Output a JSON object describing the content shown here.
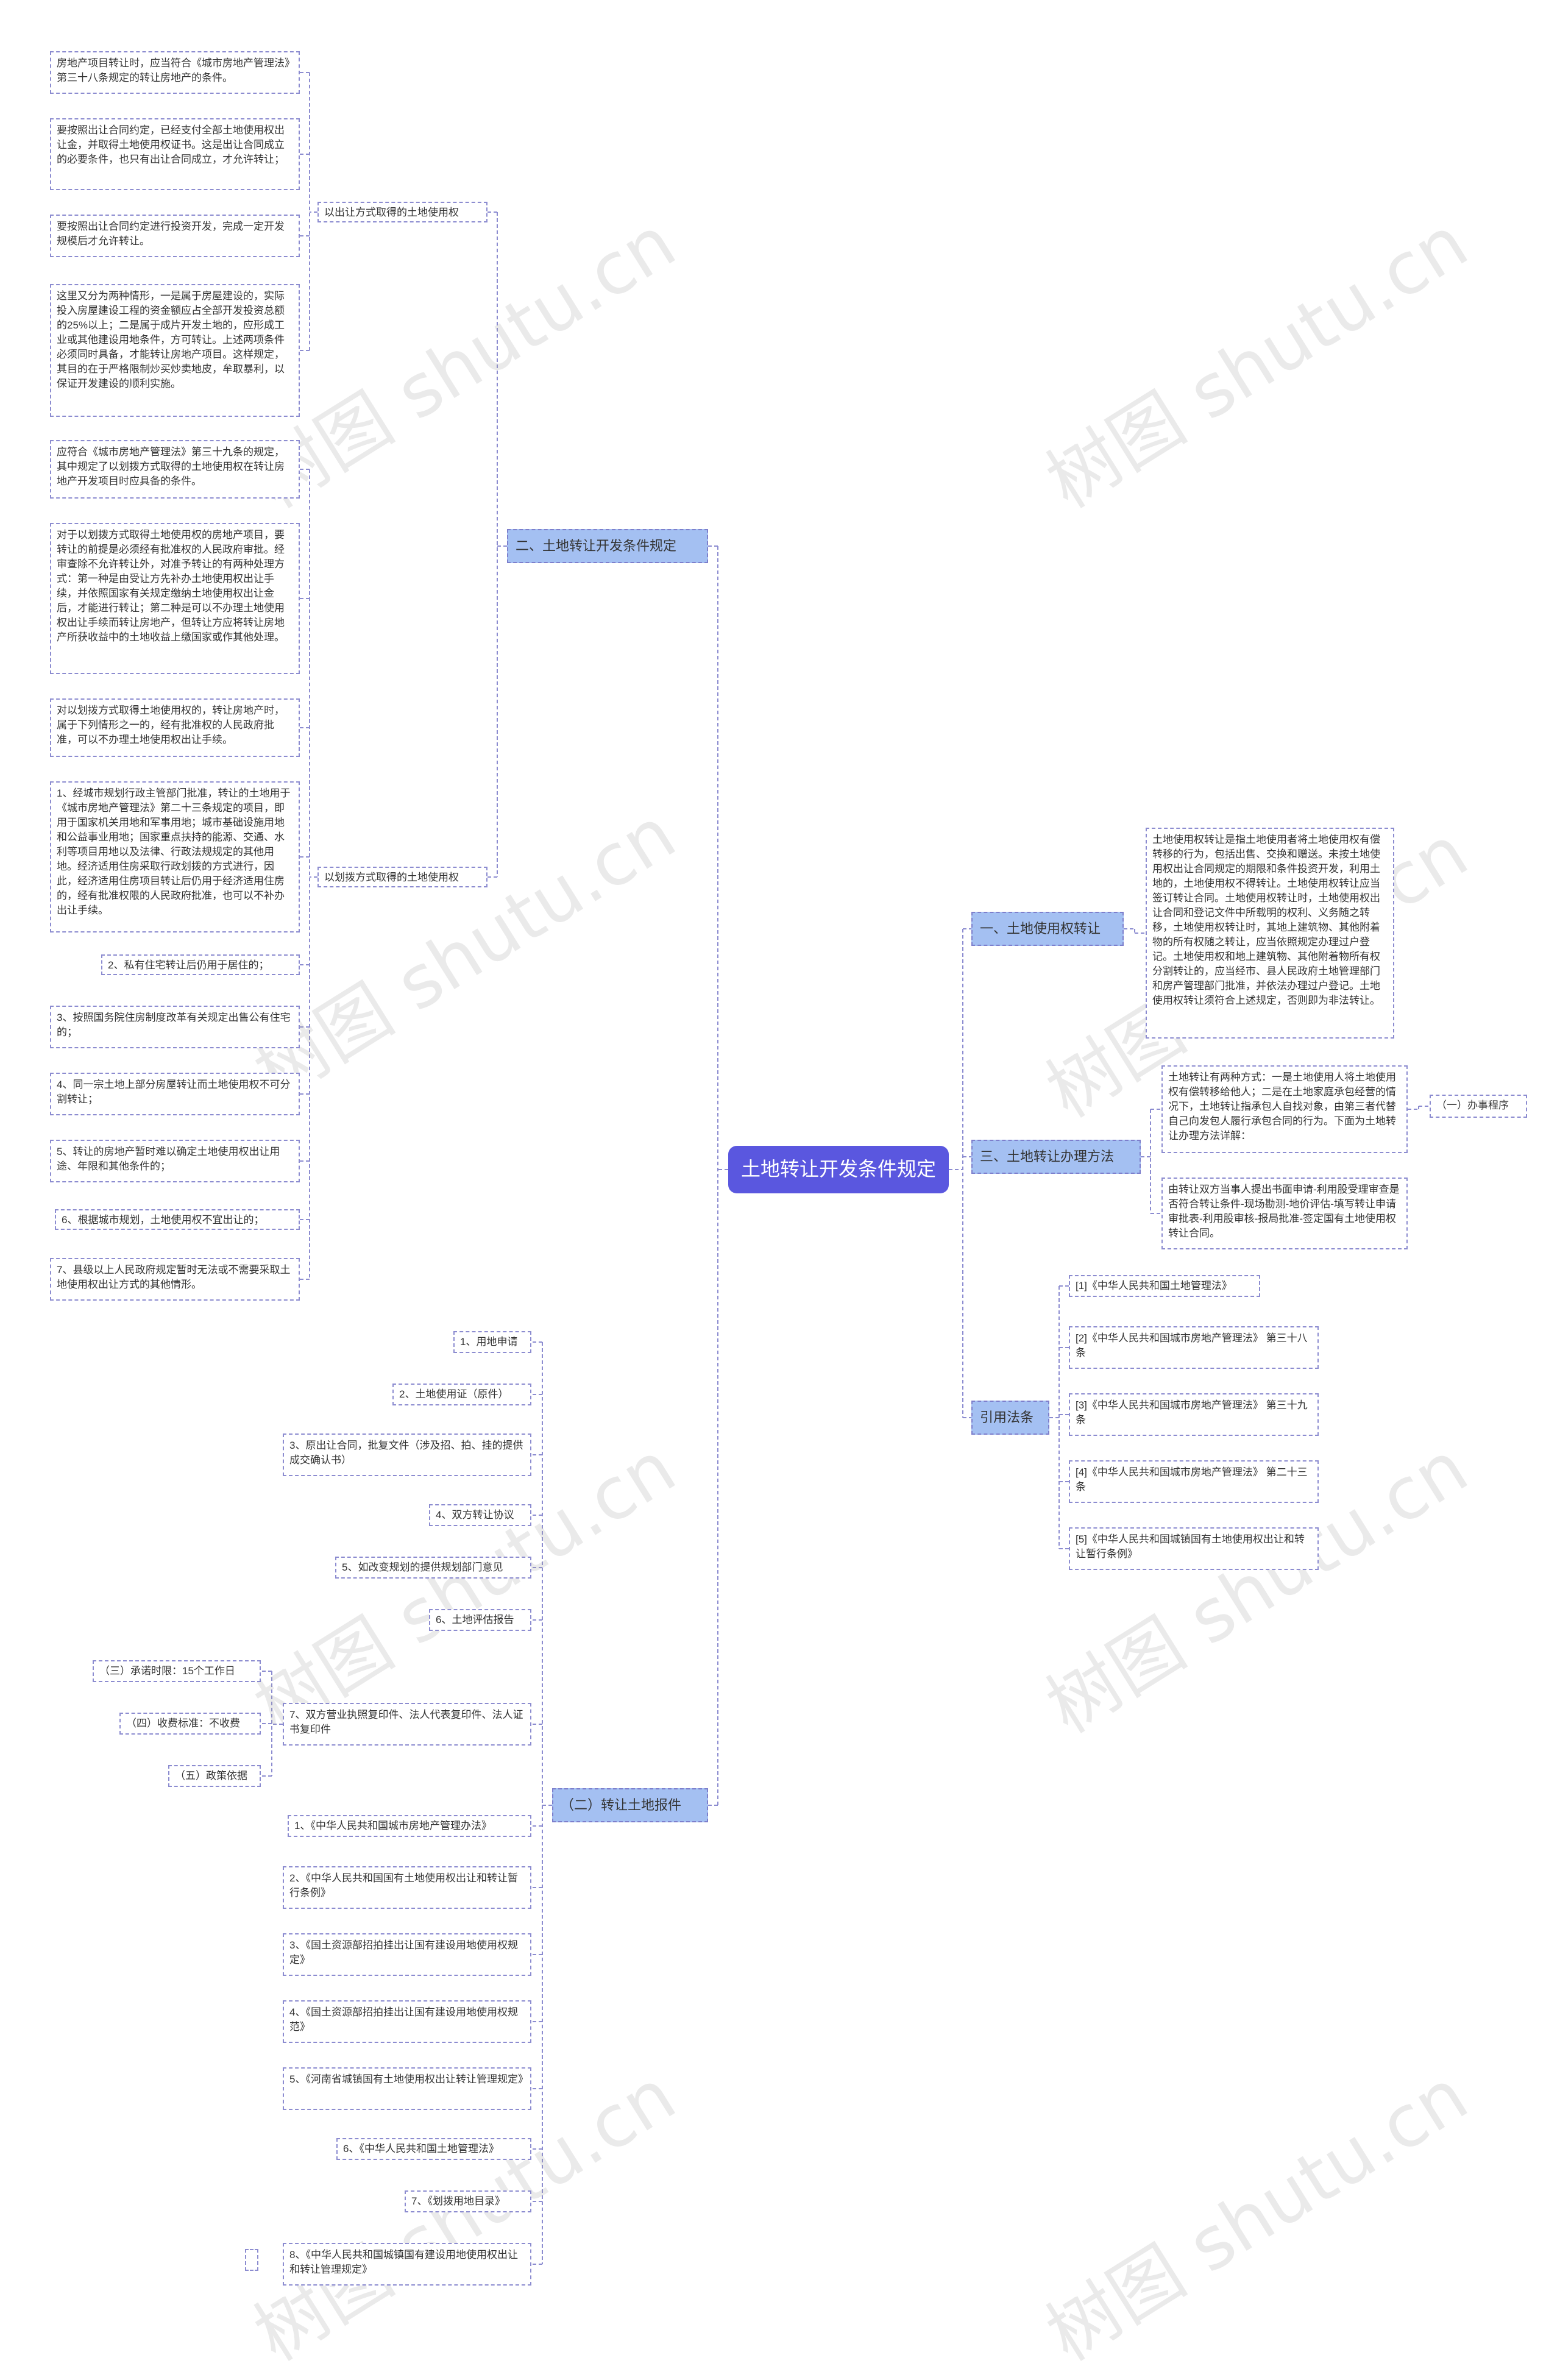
{
  "watermarks": [
    "树图 shutu.cn",
    "树图 shutu.cn",
    "树图 shutu.cn",
    "树图 shutu.cn",
    "树图 shutu.cn",
    "树图 shutu.cn",
    "树图 shutu.cn",
    "树图 shutu.cn"
  ],
  "root": "土地转让开发条件规定",
  "left": {
    "b2": {
      "label": "二、土地转让开发条件规定",
      "g1": {
        "label": "以出让方式取得的土地使用权",
        "items": [
          "房地产项目转让时，应当符合《城市房地产管理法》第三十八条规定的转让房地产的条件。",
          "要按照出让合同约定，已经支付全部土地使用权出让金，并取得土地使用权证书。这是出让合同成立的必要条件，也只有出让合同成立，才允许转让；",
          "要按照出让合同约定进行投资开发，完成一定开发规模后才允许转让。",
          "这里又分为两种情形，一是属于房屋建设的，实际投入房屋建设工程的资金额应占全部开发投资总额的25%以上；二是属于成片开发土地的，应形成工业或其他建设用地条件，方可转让。上述两项条件必须同时具备，才能转让房地产项目。这样规定，其目的在于严格限制炒买炒卖地皮，牟取暴利，以保证开发建设的顺利实施。"
        ]
      },
      "g2": {
        "label": "以划拨方式取得的土地使用权",
        "items": [
          "应符合《城市房地产管理法》第三十九条的规定，其中规定了以划拨方式取得的土地使用权在转让房地产开发项目时应具备的条件。",
          "对于以划拨方式取得土地使用权的房地产项目，要转让的前提是必须经有批准权的人民政府审批。经审查除不允许转让外，对准予转让的有两种处理方式：第一种是由受让方先补办土地使用权出让手续，并依照国家有关规定缴纳土地使用权出让金后，才能进行转让；第二种是可以不办理土地使用权出让手续而转让房地产，但转让方应将转让房地产所获收益中的土地收益上缴国家或作其他处理。",
          "对以划拨方式取得土地使用权的，转让房地产时，属于下列情形之一的，经有批准权的人民政府批准，可以不办理土地使用权出让手续。",
          "1、经城市规划行政主管部门批准，转让的土地用于《城市房地产管理法》第二十三条规定的项目，即用于国家机关用地和军事用地；城市基础设施用地和公益事业用地；国家重点扶持的能源、交通、水利等项目用地以及法律、行政法规规定的其他用地。经济适用住房采取行政划拨的方式进行，因此，经济适用住房项目转让后仍用于经济适用住房的，经有批准权限的人民政府批准，也可以不补办出让手续。",
          "2、私有住宅转让后仍用于居住的；",
          "3、按照国务院住房制度改革有关规定出售公有住宅的；",
          "4、同一宗土地上部分房屋转让而土地使用权不可分割转让；",
          "5、转让的房地产暂时难以确定土地使用权出让用途、年限和其他条件的；",
          "6、根据城市规划，土地使用权不宜出让的；",
          "7、县级以上人民政府规定暂时无法或不需要采取土地使用权出让方式的其他情形。"
        ]
      }
    },
    "b4": {
      "label": "（二）转让土地报件",
      "items": [
        "1、用地申请",
        "2、土地使用证（原件）",
        "3、原出让合同，批复文件（涉及招、拍、挂的提供成交确认书）",
        "4、双方转让协议",
        "5、如改变规划的提供规划部门意见",
        "6、土地评估报告",
        "7、双方营业执照复印件、法人代表复印件、法人证书复印件",
        "1、《中华人民共和国城市房地产管理办法》",
        "2、《中华人民共和国国有土地使用权出让和转让暂行条例》",
        "3、《国土资源部招拍挂出让国有建设用地使用权规定》",
        "4、《国土资源部招拍挂出让国有建设用地使用权规范》",
        "5、《河南省城镇国有土地使用权出让转让管理规定》",
        "6、《中华人民共和国土地管理法》",
        "7、《划拨用地目录》",
        "8、《中华人民共和国城镇国有建设用地使用权出让和转让管理规定》"
      ],
      "sub": [
        "（三）承诺时限：15个工作日",
        "（四）收费标准：不收费",
        "（五）政策依据"
      ]
    }
  },
  "right": {
    "b1": {
      "label": "一、土地使用权转让",
      "text": "土地使用权转让是指土地使用者将土地使用权有偿转移的行为，包括出售、交换和赠送。未按土地使用权出让合同规定的期限和条件投资开发，利用土地的，土地使用权不得转让。土地使用权转让应当签订转让合同。土地使用权转让时，土地使用权出让合同和登记文件中所载明的权利、义务随之转移，土地使用权转让时，其地上建筑物、其他附着物的所有权随之转让，应当依照规定办理过户登记。土地使用权和地上建筑物、其他附着物所有权分割转让的，应当经市、县人民政府土地管理部门和房产管理部门批准，并依法办理过户登记。土地使用权转让须符合上述规定，否则即为非法转让。"
    },
    "b3": {
      "label": "三、土地转让办理方法",
      "t1": "土地转让有两种方式：一是土地使用人将土地使用权有偿转移给他人；二是在土地家庭承包经营的情况下，土地转让指承包人自找对象，由第三者代替自己向发包人履行承包合同的行为。下面为土地转让办理方法详解：",
      "t1_child": "（一）办事程序",
      "t2": "由转让双方当事人提出书面申请-利用股受理审查是否符合转让条件-现场勘测-地价评估-填写转让申请审批表-利用股审核-报局批准-签定国有土地使用权转让合同。"
    },
    "b5": {
      "label": "引用法条",
      "items": [
        "[1]《中华人民共和国土地管理法》",
        "[2]《中华人民共和国城市房地产管理法》 第三十八条",
        "[3]《中华人民共和国城市房地产管理法》 第三十九条",
        "[4]《中华人民共和国城市房地产管理法》 第二十三条",
        "[5]《中华人民共和国城镇国有土地使用权出让和转让暂行条例》"
      ]
    }
  },
  "colors": {
    "root": "#5a57df",
    "branch": "#a4c0f2",
    "line": "#8c8cd0",
    "border": "#8c8cd0"
  }
}
